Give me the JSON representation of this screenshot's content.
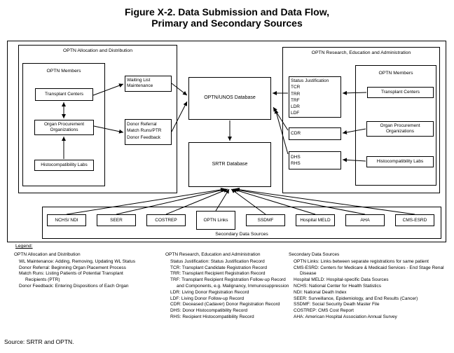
{
  "title": {
    "line1": "Figure X-2. Data Submission and Data Flow,",
    "line2": "Primary and Secondary Sources"
  },
  "diagram": {
    "left_section": {
      "header": "OPTN Allocation and Distribution",
      "members_header": "OPTN Members",
      "transplant_centers": "Transplant Centers",
      "organ_procurement": "Organ Procurement Organizations",
      "histocompatibility_labs": "Histocompatibility Labs",
      "waiting_list_box": "Waiting List Maintenance",
      "donor_referral_lines": [
        "Donor Referral",
        "Match Runs/PTR",
        "Donor Feedback"
      ]
    },
    "center": {
      "optn_unos_db": "OPTN/UNOS Database",
      "srtr_db": "SRTR Database"
    },
    "right_section": {
      "header": "OPTN Research, Education and Administration",
      "status_lines": [
        "Status Justification",
        "TCR",
        "TRR",
        "TRF",
        "LDR",
        "LDF"
      ],
      "cdr": "CDR",
      "dhs_lines": [
        "DHS",
        "RHS"
      ],
      "members_header": "OPTN Members",
      "transplant_centers": "Transplant Centers",
      "organ_procurement": "Organ Procurement Organizations",
      "histocompatibility_labs": "Histocompatibility Labs"
    },
    "secondary": {
      "label": "Secondary Data Sources",
      "boxes": [
        "NCHS/ NDI",
        "SEER",
        "COSTREP",
        "OPTN Links",
        "SSDMF",
        "Hospital MELD",
        "AHA",
        "CMS-ESRD"
      ]
    },
    "connections": [
      "Transplant Centers (left) -> Waiting List Maintenance",
      "Organ Procurement Organizations (left) -> Donor Referral/Match Runs/PTR/Donor Feedback",
      "Transplant Centers (left) <-> Organ Procurement Organizations (left)",
      "Histocompatibility Labs (left) -> Organ Procurement Organizations (left)",
      "Waiting List Maintenance -> OPTN/UNOS Database",
      "Donor Referral/Match Runs/PTR/Donor Feedback -> OPTN/UNOS Database",
      "OPTN/UNOS Database -> SRTR Database",
      "Transplant Centers (right) -> Status Justification/TCR/TRR/TRF/LDR/LDF",
      "Organ Procurement Organizations (right) -> CDR",
      "Histocompatibility Labs (right) -> DHS/RHS",
      "Status Justification box -> OPTN/UNOS Database",
      "CDR -> OPTN/UNOS Database",
      "DHS/RHS -> OPTN/UNOS Database",
      "NCHS/NDI -> SRTR Database",
      "SEER -> SRTR Database",
      "COSTREP -> SRTR Database",
      "OPTN Links -> SRTR Database",
      "SSDMF -> SRTR Database",
      "Hospital MELD -> SRTR Database",
      "AHA -> SRTR Database",
      "CMS-ESRD -> SRTR Database"
    ]
  },
  "legend": {
    "heading": "Legend:",
    "columns": [
      {
        "header": "OPTN Allocation and Distribution",
        "items": [
          "WL Maintenance: Adding, Removing, Updating WL Status",
          "Donor Referral: Beginning Organ Placement Process",
          "Match Runs: Listing Patients of Potential Transplant Recipients (PTR)",
          "Donor Feedback: Entering Dispositions of Each Organ"
        ]
      },
      {
        "header": "OPTN Research, Education and Administration",
        "items": [
          "Status Justification: Status Justification Record",
          "TCR: Transplant Candidate Registration Record",
          "TRR: Transplant Recipient Registration Record",
          "TRF: Transplant Recipient Registration Follow-up Record and Components, e.g. Malignancy, Immunosuppression",
          "LDR: Living Donor Registration Record",
          "LDF: Living Donor Follow-up Record",
          "CDR: Deceased (Cadaver) Donor Registration Record",
          "DHS: Donor Histocompatibility Record",
          "RHS: Recipient Histocompatibility Record"
        ]
      },
      {
        "header": "Secondary Data Sources",
        "items": [
          "OPTN Links: Links between separate registrations for same patient",
          "CMS-ESRD: Centers for Medicare & Medicaid Services - End Stage Renal Disease",
          "Hospital MELD: Hospital-specific Data Sources",
          "NCHS: National Center for Health Statistics",
          "NDI: National Death Index",
          "SEER: Surveillance, Epidemiology, and End Results (Cancer)",
          "SSDMF: Social Security Death Master File",
          "COSTREP: CMS Cost Report",
          "AHA: American Hospital Association Annual Survey"
        ]
      }
    ]
  },
  "source_note": "Source: SRTR and OPTN."
}
